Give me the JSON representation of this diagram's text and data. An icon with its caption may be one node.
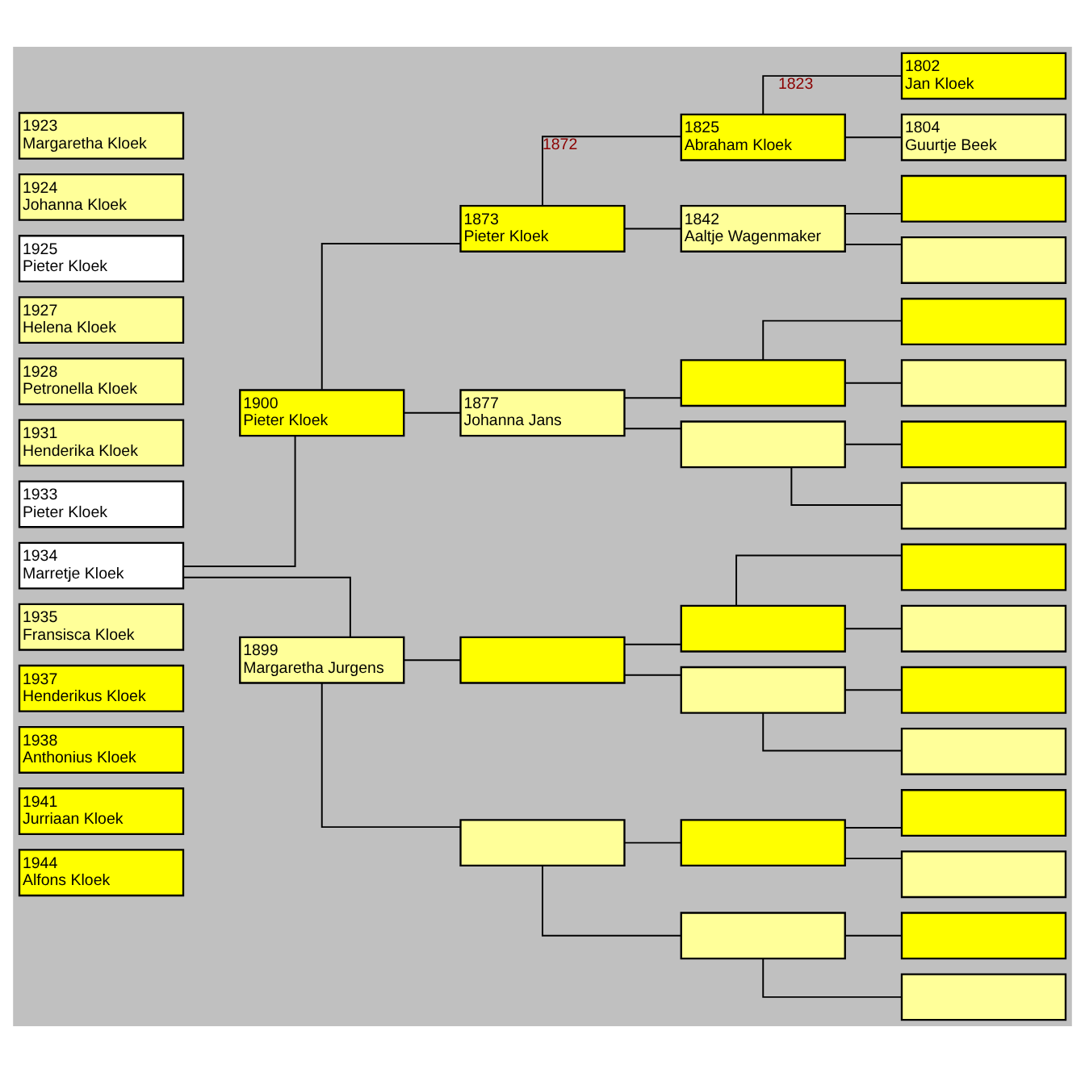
{
  "diagram": {
    "nodes": [
      {
        "text": [
          "1923",
          "Margaretha Kloek"
        ]
      },
      {
        "text": [
          "1924",
          "Johanna Kloek"
        ]
      },
      {
        "text": [
          "1925",
          "Pieter Kloek"
        ]
      },
      {
        "text": [
          "1927",
          "Helena Kloek"
        ]
      },
      {
        "text": [
          "1928",
          "Petronella Kloek"
        ]
      },
      {
        "text": [
          "1931",
          "Henderika Kloek"
        ]
      },
      {
        "text": [
          "1933",
          "Pieter Kloek"
        ]
      },
      {
        "text": [
          "1934",
          "Marretje Kloek"
        ]
      },
      {
        "text": [
          "1935",
          "Fransisca Kloek"
        ]
      },
      {
        "text": [
          "1937",
          "Henderikus Kloek"
        ]
      },
      {
        "text": [
          "1938",
          "Anthonius Kloek"
        ]
      },
      {
        "text": [
          "1941",
          "Jurriaan Kloek"
        ]
      },
      {
        "text": [
          "1944",
          "Alfons Kloek"
        ]
      },
      {
        "text": [
          "1900",
          "Pieter Kloek"
        ]
      },
      {
        "text": [
          "1899",
          "Margaretha Jurgens"
        ]
      },
      {
        "text": [
          "1873",
          "Pieter Kloek"
        ]
      },
      {
        "text": [
          "1877",
          "Johanna Jans"
        ]
      },
      {
        "text": [],
        "shape": "box"
      },
      {
        "text": [],
        "shape": "box"
      },
      {
        "text": [
          "1825",
          "Abraham Kloek"
        ]
      },
      {
        "text": [
          "1842",
          "Aaltje Wagenmaker"
        ]
      },
      {
        "text": [],
        "shape": "box"
      },
      {
        "text": [],
        "shape": "box"
      },
      {
        "text": [],
        "shape": "box"
      },
      {
        "text": [],
        "shape": "box"
      },
      {
        "text": [],
        "shape": "box"
      },
      {
        "text": [],
        "shape": "box"
      },
      {
        "text": [
          "1802",
          "Jan Kloek"
        ]
      },
      {
        "text": [
          "1804",
          "Guurtje Beek"
        ]
      },
      {
        "text": [],
        "shape": "box"
      },
      {
        "text": [],
        "shape": "box"
      },
      {
        "text": [],
        "shape": "box"
      },
      {
        "text": [],
        "shape": "box"
      },
      {
        "text": [],
        "shape": "box"
      },
      {
        "text": [],
        "shape": "box"
      },
      {
        "text": [],
        "shape": "box"
      },
      {
        "text": [],
        "shape": "box"
      },
      {
        "text": [],
        "shape": "box"
      },
      {
        "text": [],
        "shape": "box"
      },
      {
        "text": [],
        "shape": "box"
      },
      {
        "text": [],
        "shape": "box"
      },
      {
        "text": [],
        "shape": "box"
      },
      {
        "text": [],
        "shape": "box"
      }
    ],
    "edges": [
      {
        "from": 7,
        "to": 13,
        "arrow": "none"
      },
      {
        "from": 7,
        "to": 14,
        "arrow": "none"
      },
      {
        "from": 13,
        "to": 15,
        "arrow": "none"
      },
      {
        "from": 13,
        "to": 16,
        "arrow": "none"
      },
      {
        "from": 14,
        "to": 17,
        "arrow": "none"
      },
      {
        "from": 14,
        "to": 18,
        "arrow": "none"
      },
      {
        "from": 15,
        "to": 19,
        "arrow": "none",
        "label": "1872"
      },
      {
        "from": 15,
        "to": 20,
        "arrow": "none"
      },
      {
        "from": 16,
        "to": 21,
        "arrow": "none"
      },
      {
        "from": 16,
        "to": 22,
        "arrow": "none"
      },
      {
        "from": 17,
        "to": 23,
        "arrow": "none"
      },
      {
        "from": 17,
        "to": 24,
        "arrow": "none"
      },
      {
        "from": 18,
        "to": 25,
        "arrow": "none"
      },
      {
        "from": 18,
        "to": 26,
        "arrow": "none"
      },
      {
        "from": 19,
        "to": 27,
        "arrow": "none",
        "label": "1823"
      },
      {
        "from": 19,
        "to": 28,
        "arrow": "none"
      },
      {
        "from": 20,
        "to": 29,
        "arrow": "none"
      },
      {
        "from": 20,
        "to": 30,
        "arrow": "none"
      },
      {
        "from": 21,
        "to": 31,
        "arrow": "none"
      },
      {
        "from": 21,
        "to": 32,
        "arrow": "none"
      },
      {
        "from": 22,
        "to": 33,
        "arrow": "none"
      },
      {
        "from": 22,
        "to": 34,
        "arrow": "none"
      },
      {
        "from": 23,
        "to": 35,
        "arrow": "none"
      },
      {
        "from": 23,
        "to": 36,
        "arrow": "none"
      },
      {
        "from": 24,
        "to": 37,
        "arrow": "none"
      },
      {
        "from": 24,
        "to": 38,
        "arrow": "none"
      },
      {
        "from": 25,
        "to": 39,
        "arrow": "none"
      },
      {
        "from": 25,
        "to": 40,
        "arrow": "none"
      },
      {
        "from": 26,
        "to": 41,
        "arrow": "none"
      },
      {
        "from": 26,
        "to": 42,
        "arrow": "none"
      }
    ]
  }
}
